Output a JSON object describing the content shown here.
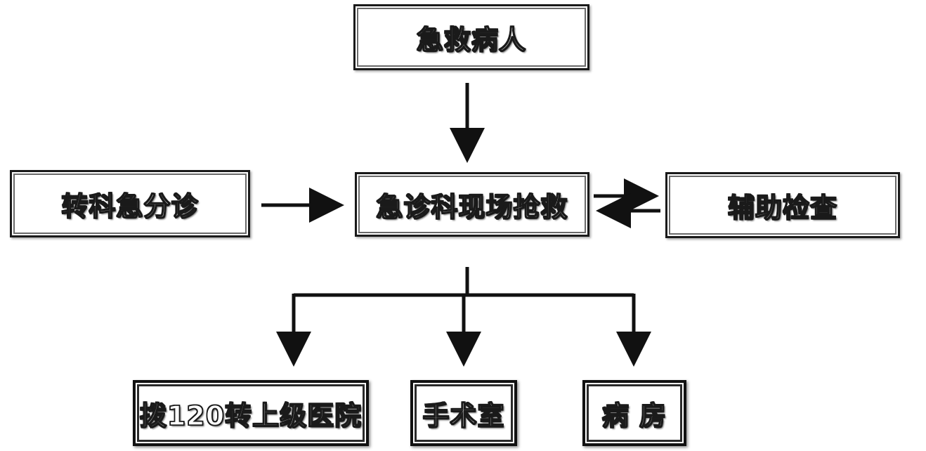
{
  "nodes": {
    "patient": "急救病人",
    "transfer": "转科急分诊",
    "rescue": "急诊科现场抢救",
    "exam": "辅助检查",
    "call120": "拨120转上级医院",
    "surgery": "手术室",
    "ward": "病 房"
  },
  "colors": {
    "line": "#111111",
    "text_fill": "#ffffff",
    "text_stroke": "#1a1a1a"
  }
}
